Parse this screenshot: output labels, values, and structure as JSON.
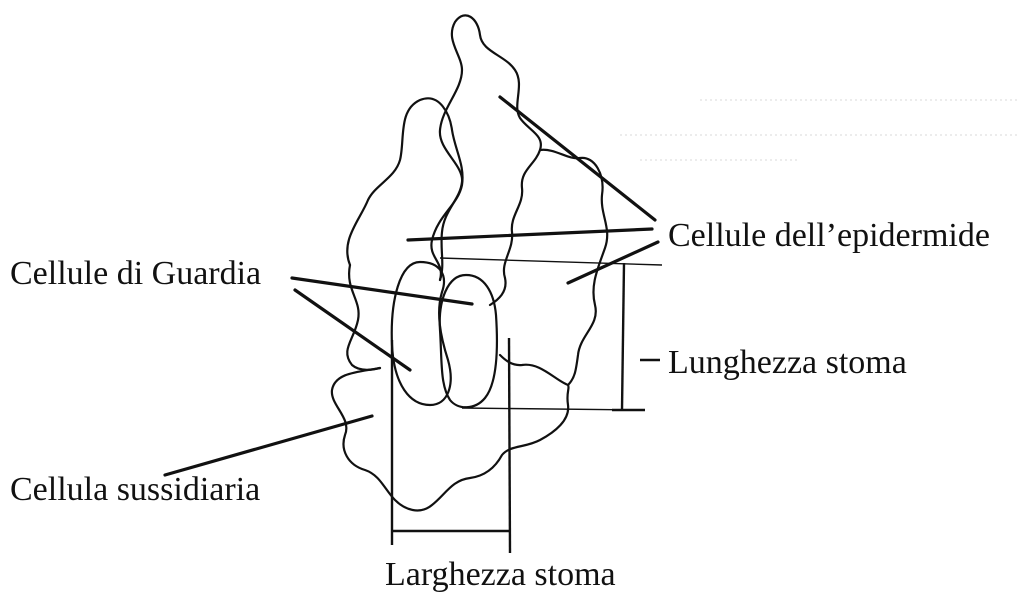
{
  "labels": {
    "epidermal_cells": "Cellule dell’epidermide",
    "guard_cells": "Cellule di Guardia",
    "stoma_length": "Lunghezza stoma",
    "subsidiary_cell": "Cellula sussidiaria",
    "stoma_width": "Larghezza stoma"
  },
  "colors": {
    "ink": "#111111",
    "background": "#ffffff"
  }
}
